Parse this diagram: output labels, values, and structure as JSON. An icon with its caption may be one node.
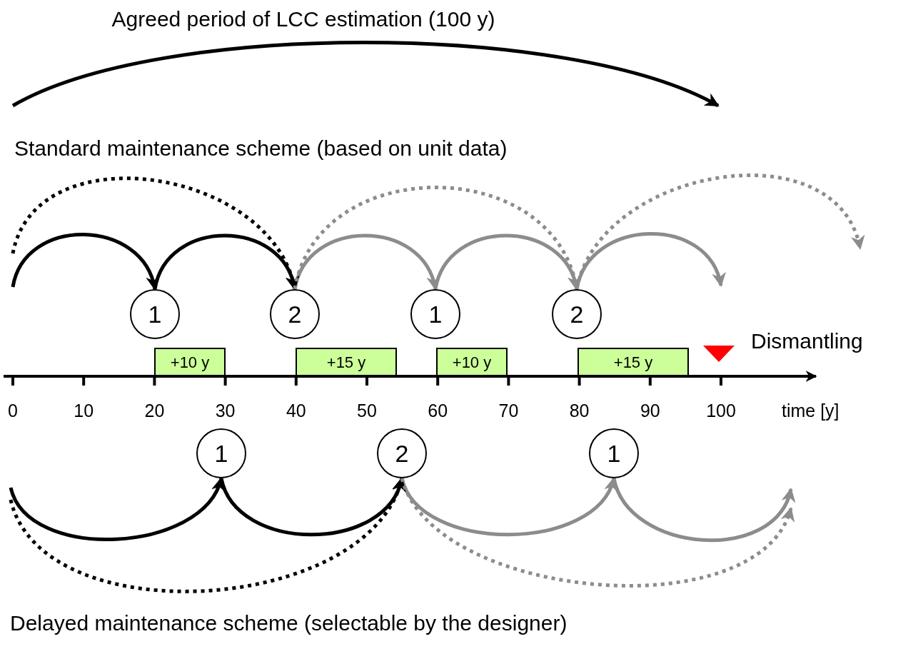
{
  "diagram": {
    "nodes": [
      {
        "text": [
          "1"
        ]
      },
      {
        "text": [
          "2"
        ]
      },
      {
        "text": [
          "1"
        ]
      },
      {
        "text": [
          "2"
        ]
      },
      {
        "text": [
          "+10 y"
        ]
      },
      {
        "text": [
          "+15 y"
        ]
      },
      {
        "text": [
          "+10 y"
        ]
      },
      {
        "text": [
          "+15 y"
        ]
      },
      {
        "text": [
          "1"
        ]
      },
      {
        "text": [
          "2"
        ]
      },
      {
        "text": [
          "1"
        ]
      }
    ],
    "edges": [
      {
        "from": null,
        "to": 0,
        "arrow": "to",
        "color": "#000000"
      },
      {
        "from": 0,
        "to": 1,
        "arrow": "to",
        "color": "#000000"
      },
      {
        "from": 1,
        "to": 2,
        "arrow": "to"
      },
      {
        "from": 2,
        "to": 3,
        "arrow": "to"
      },
      {
        "from": 3,
        "to": null,
        "arrow": "to"
      },
      {
        "from": null,
        "to": 1,
        "arrow": "to",
        "style": "dashed",
        "color": "#000000"
      },
      {
        "from": 1,
        "to": 3,
        "arrow": "to",
        "style": "dashed"
      },
      {
        "from": 3,
        "to": null,
        "arrow": "to",
        "style": "dashed"
      },
      {
        "from": null,
        "to": 8,
        "arrow": "to",
        "color": "#000000"
      },
      {
        "from": 8,
        "to": 9,
        "arrow": "to",
        "color": "#000000"
      },
      {
        "from": 9,
        "to": 10,
        "arrow": "to"
      },
      {
        "from": 10,
        "to": null,
        "arrow": "to"
      },
      {
        "from": null,
        "to": 9,
        "arrow": "to",
        "style": "dashed",
        "color": "#000000"
      },
      {
        "from": 9,
        "to": null,
        "arrow": "to",
        "style": "dashed"
      }
    ],
    "labels": [
      "Agreed period of LCC estimation (100 y)",
      "Standard maintenance scheme (based on unit data)",
      "Dismantling",
      "0",
      "10",
      "20",
      "30",
      "40",
      "50",
      "60",
      "70",
      "80",
      "90",
      "100",
      "time [y]",
      "Delayed maintenance scheme (selectable by the designer)"
    ]
  }
}
